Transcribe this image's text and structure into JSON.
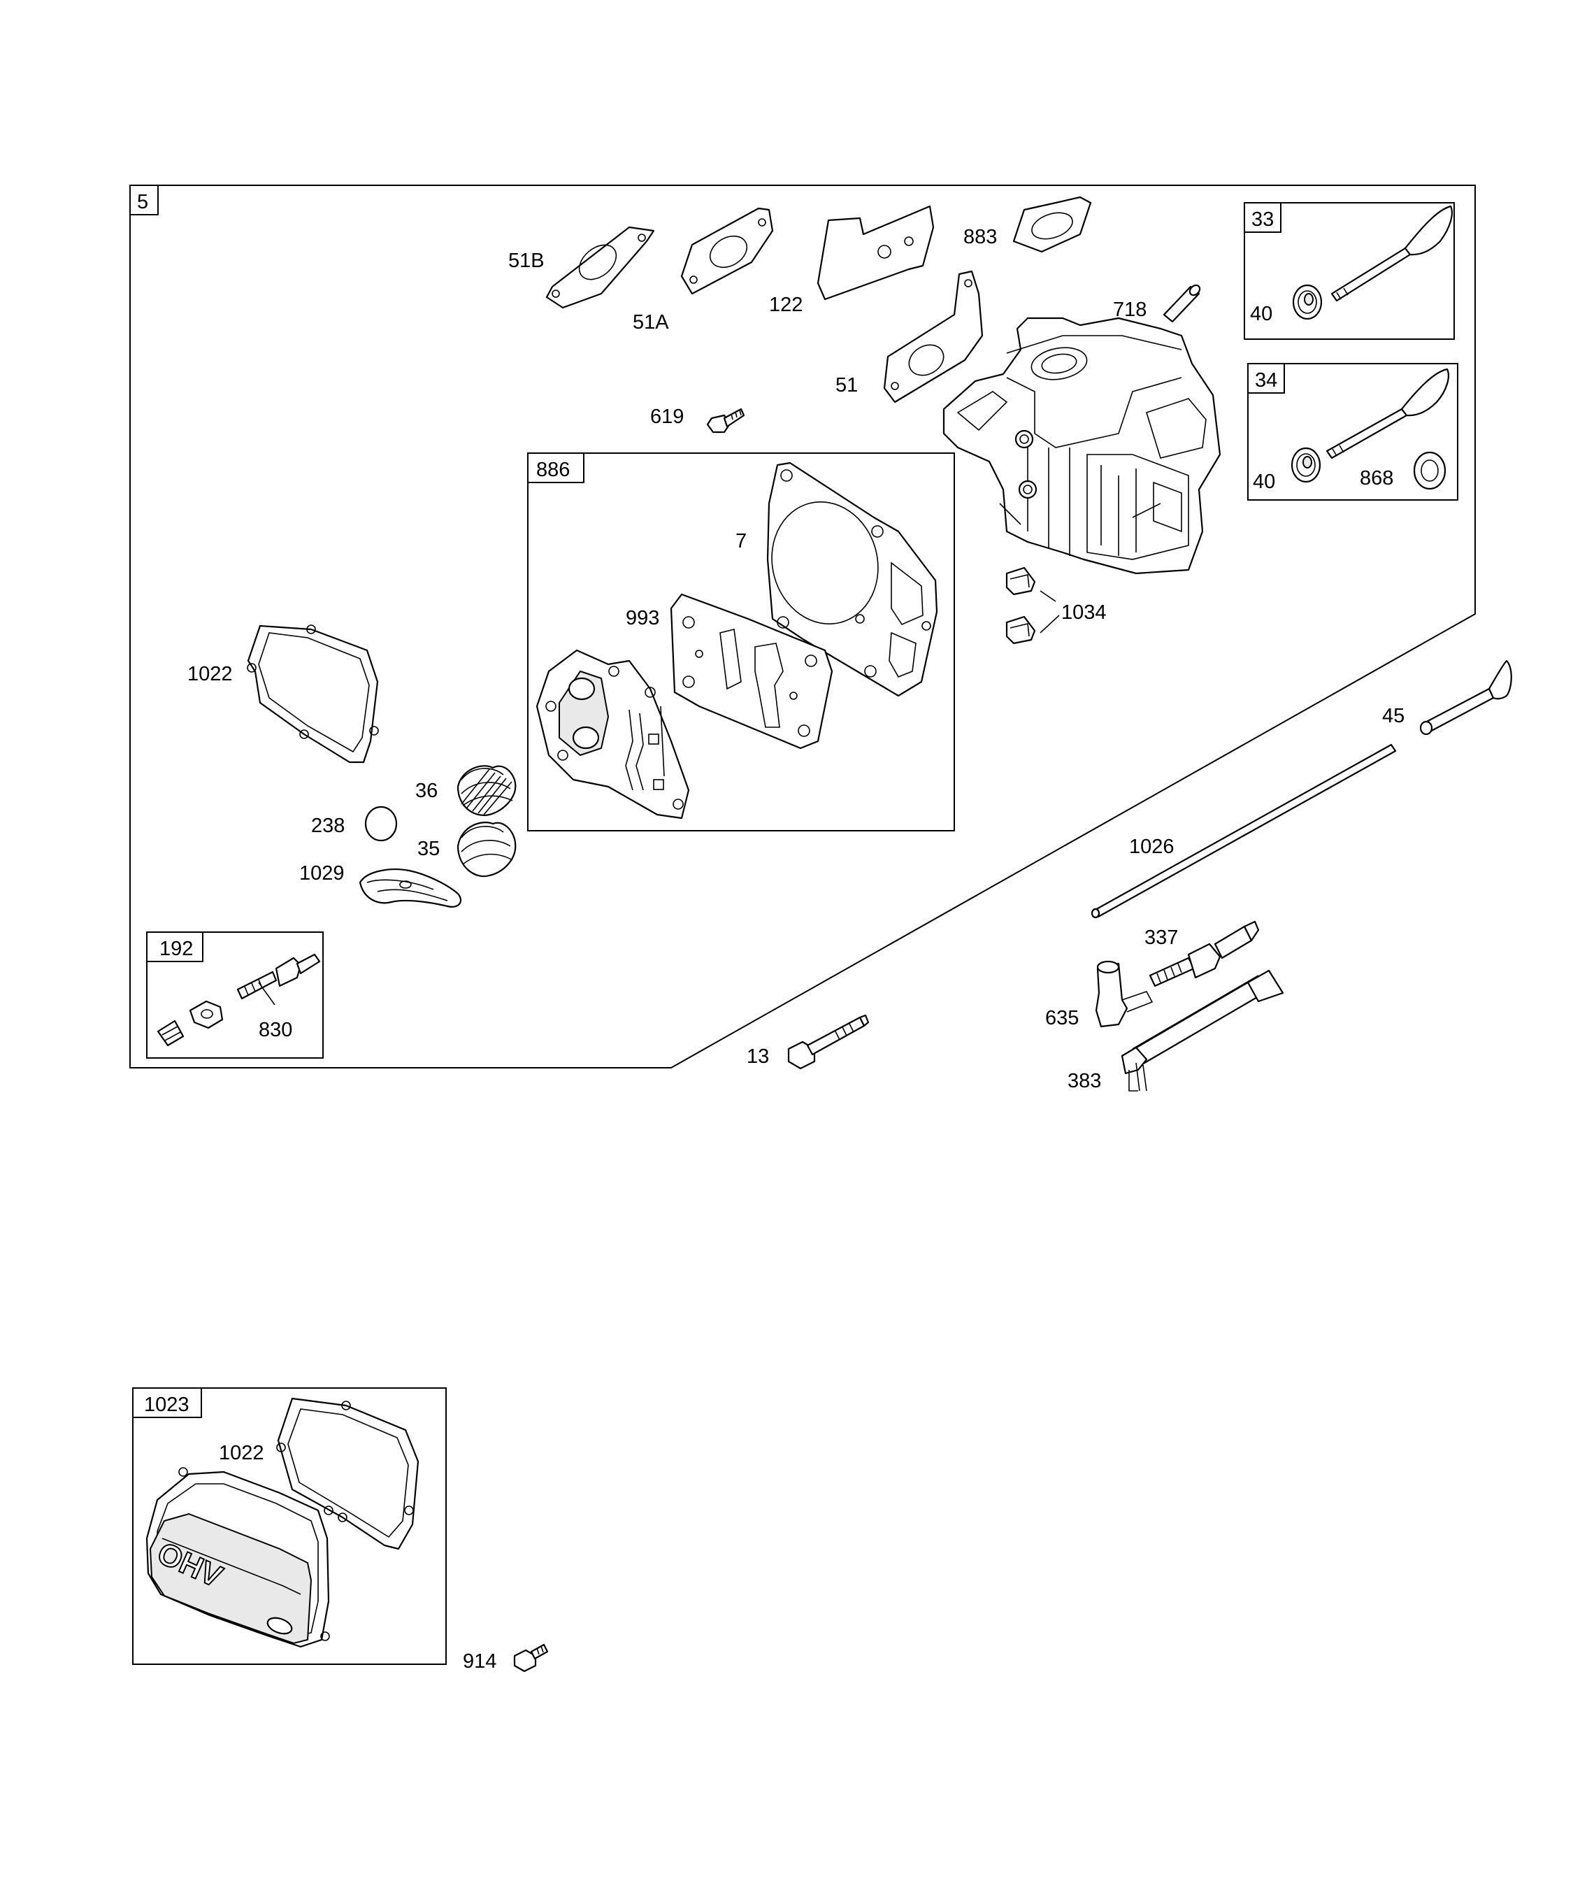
{
  "main_assembly": {
    "box_label": "5"
  },
  "sub_assemblies": {
    "intake_valve": {
      "box_label": "33",
      "items": [
        "40"
      ]
    },
    "exhaust_valve": {
      "box_label": "34",
      "items": [
        "40",
        "868"
      ]
    },
    "gasket_set": {
      "box_label": "886",
      "items": [
        "7",
        "993"
      ]
    },
    "breather_fitting": {
      "box_label": "192",
      "items": [
        "830"
      ]
    },
    "rocker_cover": {
      "box_label": "1023",
      "items": [
        "1022"
      ],
      "cover_text": "OHV"
    }
  },
  "callouts": {
    "p51B": "51B",
    "p51A": "51A",
    "p122": "122",
    "p883": "883",
    "p718": "718",
    "p51": "51",
    "p619": "619",
    "p1034": "1034",
    "p1022": "1022",
    "p36": "36",
    "p238": "238",
    "p35": "35",
    "p1029": "1029",
    "p45": "45",
    "p1026": "1026",
    "p337": "337",
    "p635": "635",
    "p13": "13",
    "p383": "383",
    "p914": "914"
  }
}
